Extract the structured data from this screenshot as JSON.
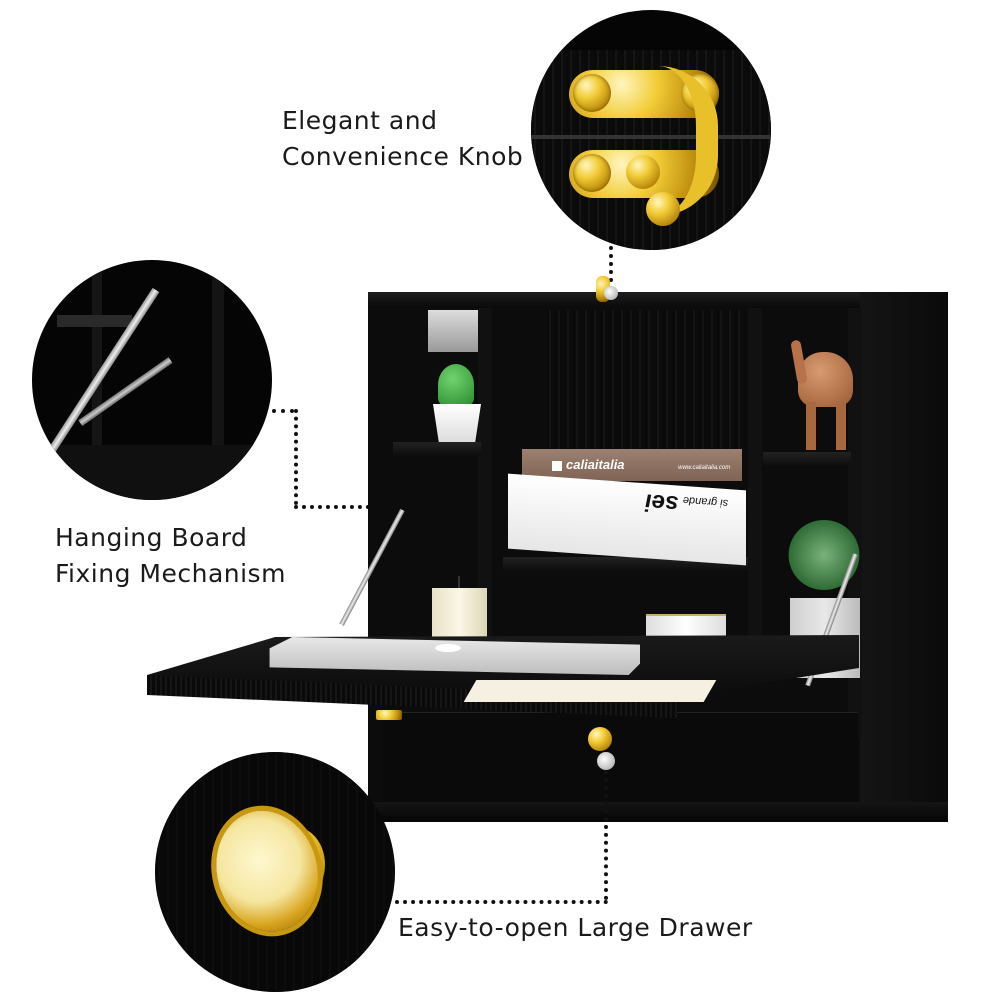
{
  "callouts": {
    "knob": {
      "line1": "Elegant and",
      "line2": "Convenience Knob"
    },
    "hanging": {
      "line1": "Hanging Board",
      "line2": "Fixing Mechanism"
    },
    "drawer": {
      "text": "Easy-to-open Large Drawer"
    }
  },
  "props": {
    "book_top_brand": "caliaitalia",
    "book_top_url": "www.caliaitalia.com",
    "book_bottom_title": "sei",
    "book_bottom_subtitle": "si grande"
  },
  "colors": {
    "cabinet": "#0c0c0c",
    "gold": "#e8c02a",
    "text": "#1a1a1a",
    "background": "#ffffff"
  }
}
